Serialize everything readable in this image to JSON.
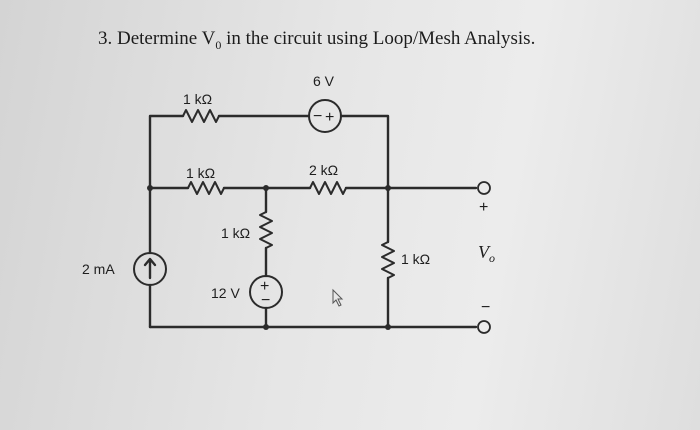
{
  "question": {
    "number": "3.",
    "text_before": "Determine ",
    "symbol": "V",
    "symbol_sub": "0",
    "text_after": " in the circuit using Loop/Mesh Analysis."
  },
  "circuit": {
    "labels": {
      "r_top": "1 kΩ",
      "v_top": "6 V",
      "r_mid_left": "1 kΩ",
      "r_mid_right": "2 kΩ",
      "r_center": "1 kΩ",
      "v_center": "12 V",
      "i_source": "2 mA",
      "r_right": "1 kΩ",
      "plus": "+",
      "minus": "−",
      "vo_symbol": "V",
      "vo_sub": "o"
    }
  }
}
